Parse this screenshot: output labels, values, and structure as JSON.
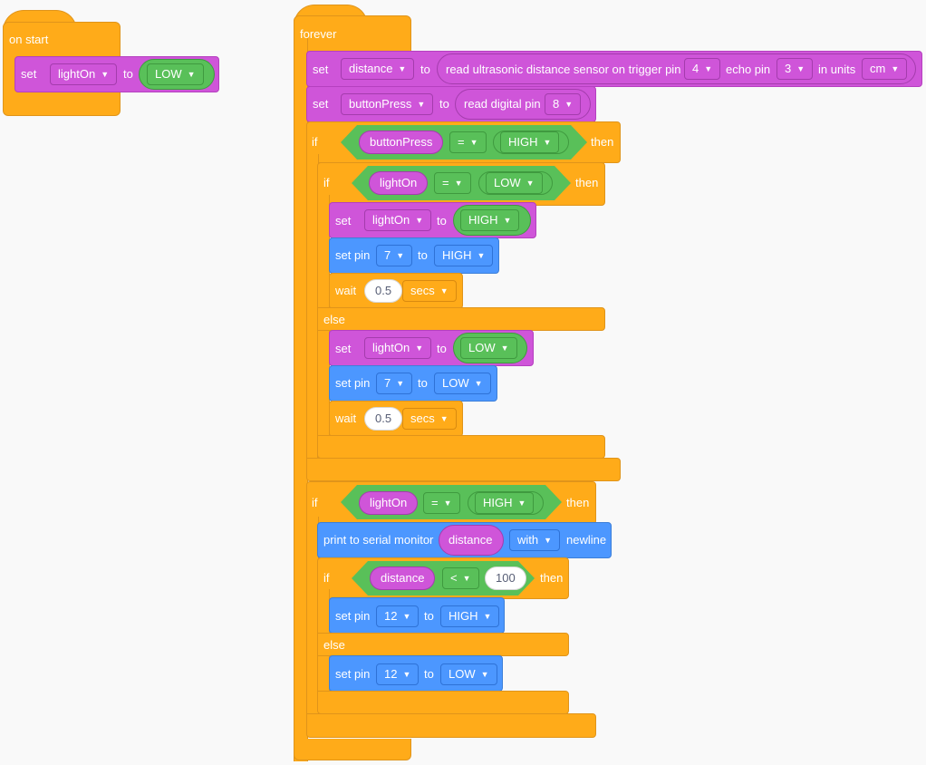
{
  "on_start": {
    "hat_label": "on start",
    "set_label": "set",
    "var": "lightOn",
    "to_label": "to",
    "value": "LOW"
  },
  "forever": {
    "hat_label": "forever",
    "set_distance": {
      "set_label": "set",
      "var": "distance",
      "to_label": "to",
      "reporter": "read ultrasonic distance sensor on trigger pin",
      "trigger_pin": "4",
      "echo_label": "echo pin",
      "echo_pin": "3",
      "units_label": "in units",
      "units": "cm"
    },
    "set_button": {
      "set_label": "set",
      "var": "buttonPress",
      "to_label": "to",
      "reporter": "read digital pin",
      "pin": "8"
    },
    "if1": {
      "if_label": "if",
      "left": "buttonPress",
      "op": "=",
      "right": "HIGH",
      "then_label": "then",
      "inner_if": {
        "if_label": "if",
        "left": "lightOn",
        "op": "=",
        "right": "LOW",
        "then_label": "then",
        "then_set": {
          "set_label": "set",
          "var": "lightOn",
          "to_label": "to",
          "value": "HIGH"
        },
        "then_pin": {
          "label": "set pin",
          "pin": "7",
          "to_label": "to",
          "value": "HIGH"
        },
        "then_wait": {
          "label": "wait",
          "value": "0.5",
          "unit": "secs"
        },
        "else_label": "else",
        "else_set": {
          "set_label": "set",
          "var": "lightOn",
          "to_label": "to",
          "value": "LOW"
        },
        "else_pin": {
          "label": "set pin",
          "pin": "7",
          "to_label": "to",
          "value": "LOW"
        },
        "else_wait": {
          "label": "wait",
          "value": "0.5",
          "unit": "secs"
        }
      }
    },
    "if2": {
      "if_label": "if",
      "left": "lightOn",
      "op": "=",
      "right": "HIGH",
      "then_label": "then",
      "print": {
        "label": "print to serial monitor",
        "value": "distance",
        "with": "with",
        "newline": "newline"
      },
      "inner_if": {
        "if_label": "if",
        "left": "distance",
        "op": "<",
        "right": "100",
        "then_label": "then",
        "then_pin": {
          "label": "set pin",
          "pin": "12",
          "to_label": "to",
          "value": "HIGH"
        },
        "else_label": "else",
        "else_pin": {
          "label": "set pin",
          "pin": "12",
          "to_label": "to",
          "value": "LOW"
        }
      }
    }
  }
}
